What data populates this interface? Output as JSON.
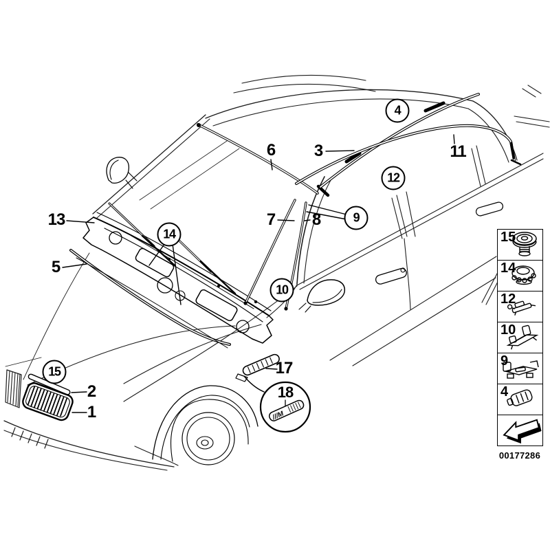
{
  "diagram": {
    "background": "#ffffff",
    "line_color": "#000000",
    "part_number": "00177286",
    "detail_badge_text": "///M",
    "callouts": [
      {
        "label": "13",
        "circled": false
      },
      {
        "label": "5",
        "circled": false
      },
      {
        "label": "14",
        "circled": true
      },
      {
        "label": "6",
        "circled": false
      },
      {
        "label": "3",
        "circled": false
      },
      {
        "label": "4",
        "circled": true
      },
      {
        "label": "11",
        "circled": false
      },
      {
        "label": "12",
        "circled": true
      },
      {
        "label": "7",
        "circled": false
      },
      {
        "label": "8",
        "circled": false
      },
      {
        "label": "9",
        "circled": true
      },
      {
        "label": "10",
        "circled": true
      },
      {
        "label": "15",
        "circled": true
      },
      {
        "label": "2",
        "circled": false
      },
      {
        "label": "1",
        "circled": false
      },
      {
        "label": "17",
        "circled": false
      },
      {
        "label": "18",
        "circled": false
      }
    ],
    "sidebar": {
      "items": [
        {
          "label": "15",
          "icon": "grommet-plug-icon"
        },
        {
          "label": "14",
          "icon": "expanding-rivet-icon"
        },
        {
          "label": "12",
          "icon": "pin-clip-icon"
        },
        {
          "label": "10",
          "icon": "mounting-clip-icon"
        },
        {
          "label": "9",
          "icon": "carrier-clip-icon"
        },
        {
          "label": "4",
          "icon": "molding-clip-icon"
        }
      ],
      "footer_icon": "direction-arrow-icon"
    }
  }
}
